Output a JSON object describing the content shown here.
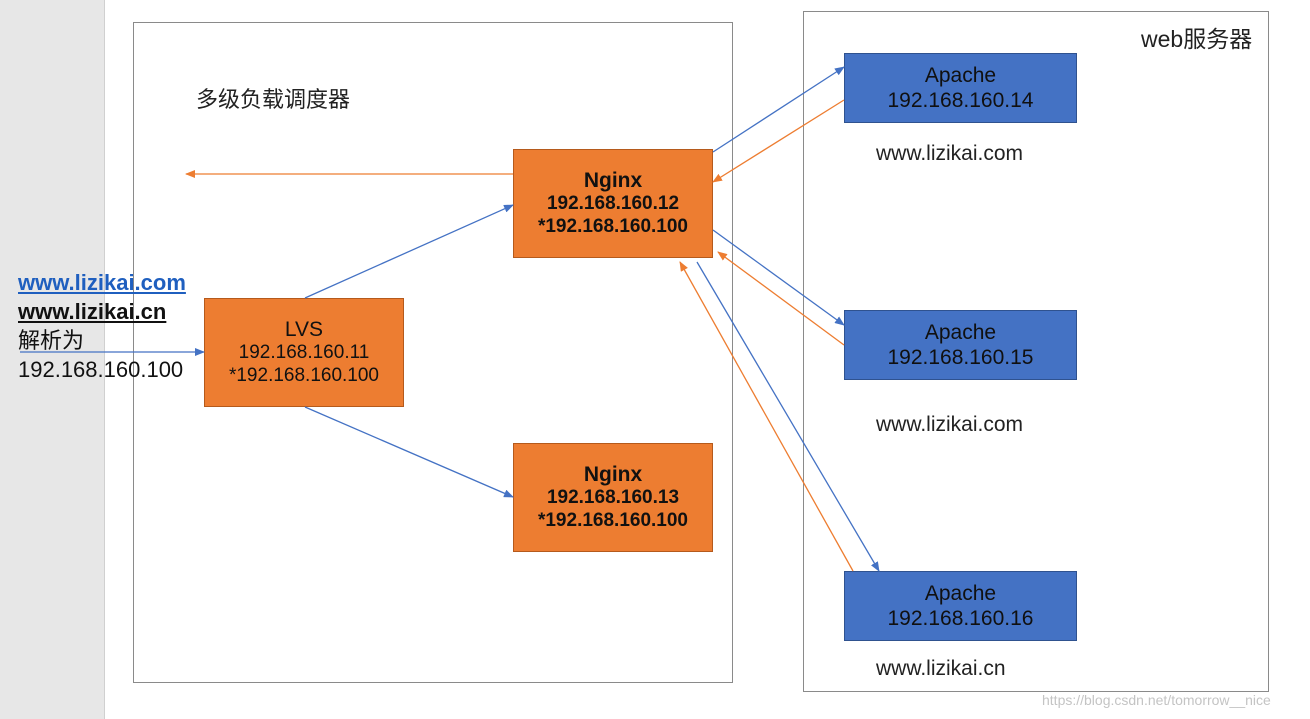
{
  "scheduler": {
    "title": "多级负载调度器"
  },
  "web_servers": {
    "title": "web服务器"
  },
  "dns_note": {
    "domain1": "www.lizikai.com",
    "domain2": "www.lizikai.cn",
    "text": "解析为",
    "ip": "192.168.160.100"
  },
  "lvs": {
    "name": "LVS",
    "ip": "192.168.160.11",
    "vip": "*192.168.160.100"
  },
  "nginx1": {
    "name": "Nginx",
    "ip": "192.168.160.12",
    "vip": "*192.168.160.100"
  },
  "nginx2": {
    "name": "Nginx",
    "ip": "192.168.160.13",
    "vip": "*192.168.160.100"
  },
  "apache1": {
    "name": "Apache",
    "ip": "192.168.160.14",
    "domain": "www.lizikai.com"
  },
  "apache2": {
    "name": "Apache",
    "ip": "192.168.160.15",
    "domain": "www.lizikai.com"
  },
  "apache3": {
    "name": "Apache",
    "ip": "192.168.160.16",
    "domain": "www.lizikai.cn"
  },
  "colors": {
    "request": "#4472c4",
    "response": "#ed7d31"
  },
  "watermark": "https://blog.csdn.net/tomorrow__nice"
}
